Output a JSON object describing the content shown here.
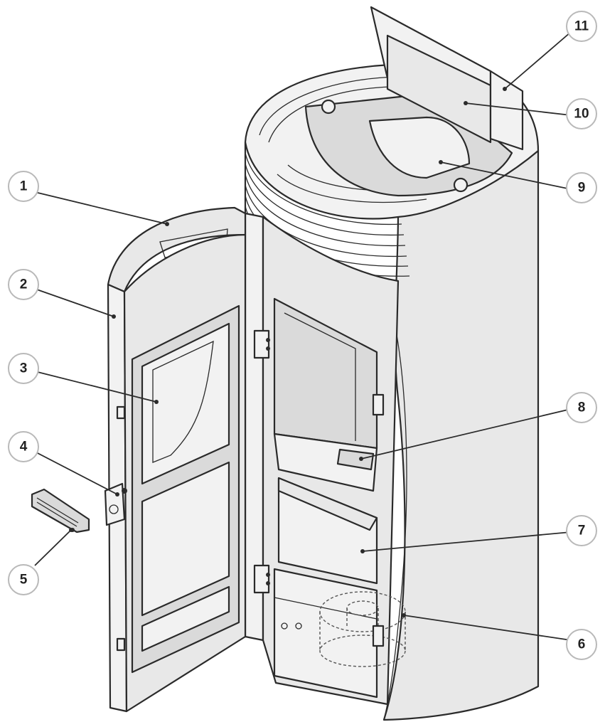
{
  "diagram": {
    "callouts": [
      "1",
      "2",
      "3",
      "4",
      "5",
      "6",
      "7",
      "8",
      "9",
      "10",
      "11"
    ],
    "colors": {
      "line": "#2a2a2a",
      "surface": "#e8e8e8",
      "callout_border": "#b9b9b9"
    }
  }
}
